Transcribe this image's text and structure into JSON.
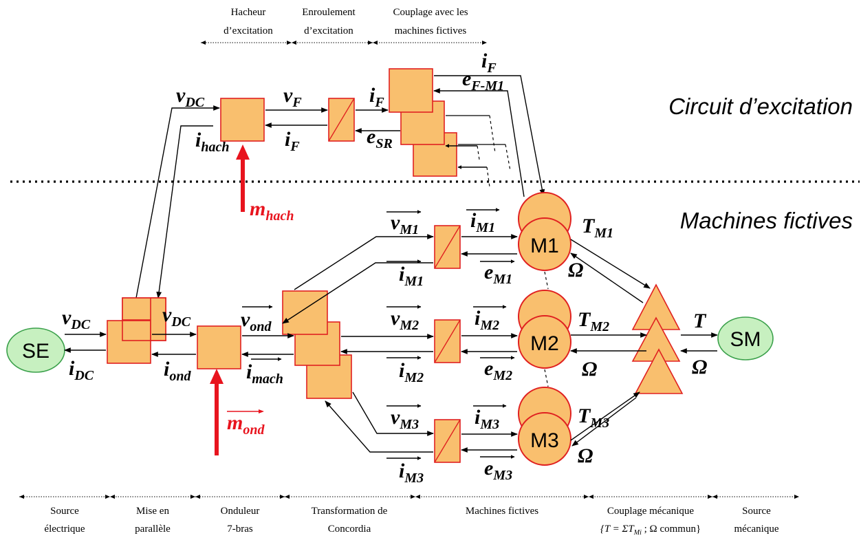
{
  "header_labels": {
    "hacheur": [
      "Hacheur",
      "d’excitation"
    ],
    "enroulement": [
      "Enroulement",
      "d’excitation"
    ],
    "couplage": [
      "Couplage avec les",
      "machines fictives"
    ]
  },
  "regions": {
    "circuit": "Circuit d’excitation",
    "machines": "Machines fictives"
  },
  "nodes": {
    "se": "SE",
    "sm": "SM",
    "m1": "M1",
    "m2": "M2",
    "m3": "M3"
  },
  "signals": {
    "v": "v",
    "i": "i",
    "e": "e",
    "T": "T",
    "omega": "Ω",
    "m": "m",
    "sub_DC": "DC",
    "sub_hach": "hach",
    "sub_F": "F",
    "sub_FM1": "F-M1",
    "sub_SR": "SR",
    "sub_ond": "ond",
    "sub_mach": "mach",
    "sub_M1": "M1",
    "sub_M2": "M2",
    "sub_M3": "M3"
  },
  "footer_labels": {
    "source_elec": [
      "Source",
      "électrique"
    ],
    "mise": [
      "Mise en",
      "parallèle"
    ],
    "onduleur": [
      "Onduleur",
      "7-bras"
    ],
    "transformation": [
      "Transformation de",
      "Concordia"
    ],
    "machines": [
      "Machines fictives"
    ],
    "couplage": [
      "Couplage mécanique",
      "{T = ΣT",
      "Mi",
      " ; Ω commun}"
    ],
    "source_meca": [
      "Source",
      "mécanique"
    ]
  },
  "colors": {
    "block_fill": "#f9bf6e",
    "block_stroke": "#e02020",
    "source_fill": "#c7f0c0",
    "source_stroke": "#3aa04a",
    "control_arrow": "#e8141e"
  }
}
